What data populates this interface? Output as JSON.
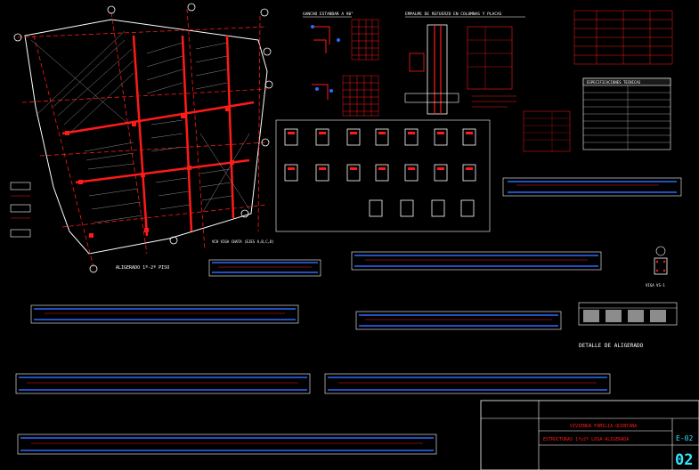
{
  "colors": {
    "background": "#000000",
    "red": "#ff1a1a",
    "white": "#ffffff",
    "blue": "#2a6bff",
    "gray": "#8c8c8c",
    "yellow": "#ffff33",
    "cyan": "#33e6ff"
  },
  "plan": {
    "title": "ALIGERADO 1º-2º PISO"
  },
  "details": {
    "title_left": "GANCHO ESTANDAR A 90°",
    "title_right": "EMPALME DE REFUERZO EN COLUMNAS Y PLACAS",
    "detalle_aligerado": "DETALLE DE ALIGERADO",
    "viga_label": "VIGA VS-1"
  },
  "specs": {
    "title": "ESPECIFICACIONES TECNICAS"
  },
  "beams": {
    "vch_top": "VCH VIGA CHATA (EJES A,B,C,D)"
  },
  "title_block": {
    "project": "VIVIENDA FAMILIA QUINTANA",
    "drawing": "ESTRUCTURAS 1ºy2º LOSA ALIGERADA",
    "sheet_code": "E-02",
    "sheet_number": "02"
  }
}
